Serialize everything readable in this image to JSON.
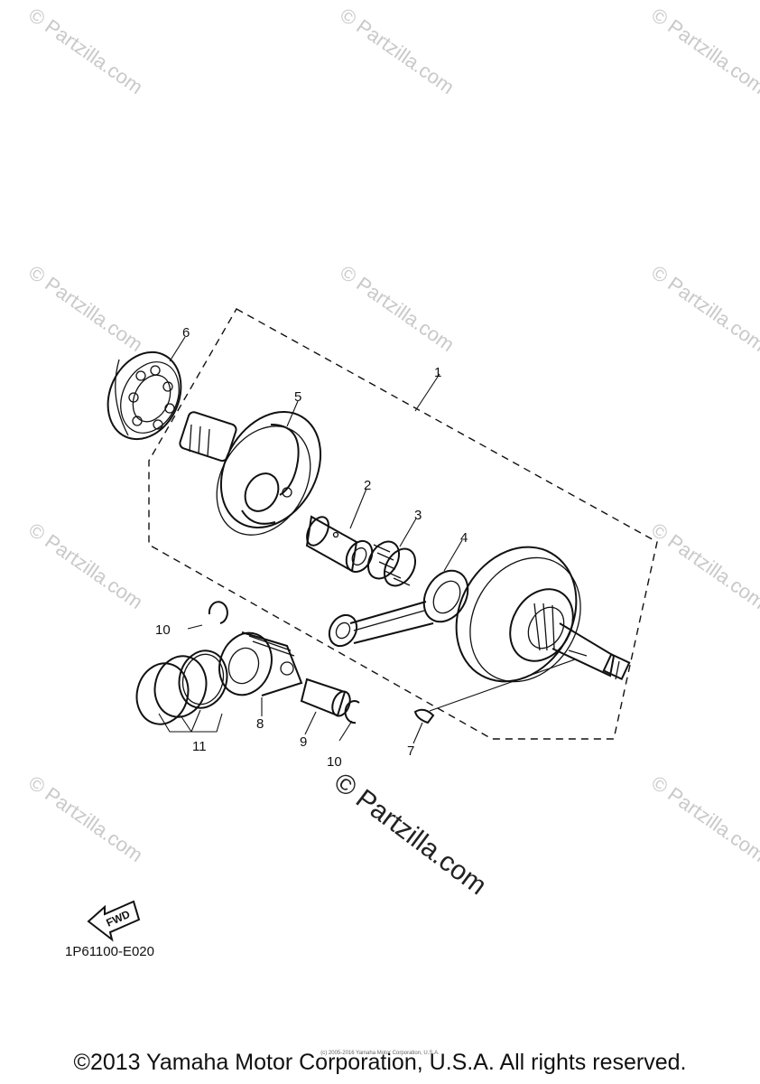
{
  "watermark": {
    "text": "© Partzilla.com"
  },
  "diagram": {
    "callouts": [
      {
        "id": "1",
        "label": "1"
      },
      {
        "id": "2",
        "label": "2"
      },
      {
        "id": "3",
        "label": "3"
      },
      {
        "id": "4",
        "label": "4"
      },
      {
        "id": "5",
        "label": "5"
      },
      {
        "id": "6",
        "label": "6"
      },
      {
        "id": "7",
        "label": "7"
      },
      {
        "id": "8",
        "label": "8"
      },
      {
        "id": "9",
        "label": "9"
      },
      {
        "id": "10a",
        "label": "10"
      },
      {
        "id": "10b",
        "label": "10"
      },
      {
        "id": "11",
        "label": "11"
      }
    ],
    "fwd_label": "FWD",
    "diagram_code": "1P61100-E020"
  },
  "footer": {
    "small_text": "(c) 2005-2016 Yamaha Motor Corporation, U.S.A.",
    "copyright": "©2013 Yamaha Motor Corporation, U.S.A. All rights reserved."
  }
}
